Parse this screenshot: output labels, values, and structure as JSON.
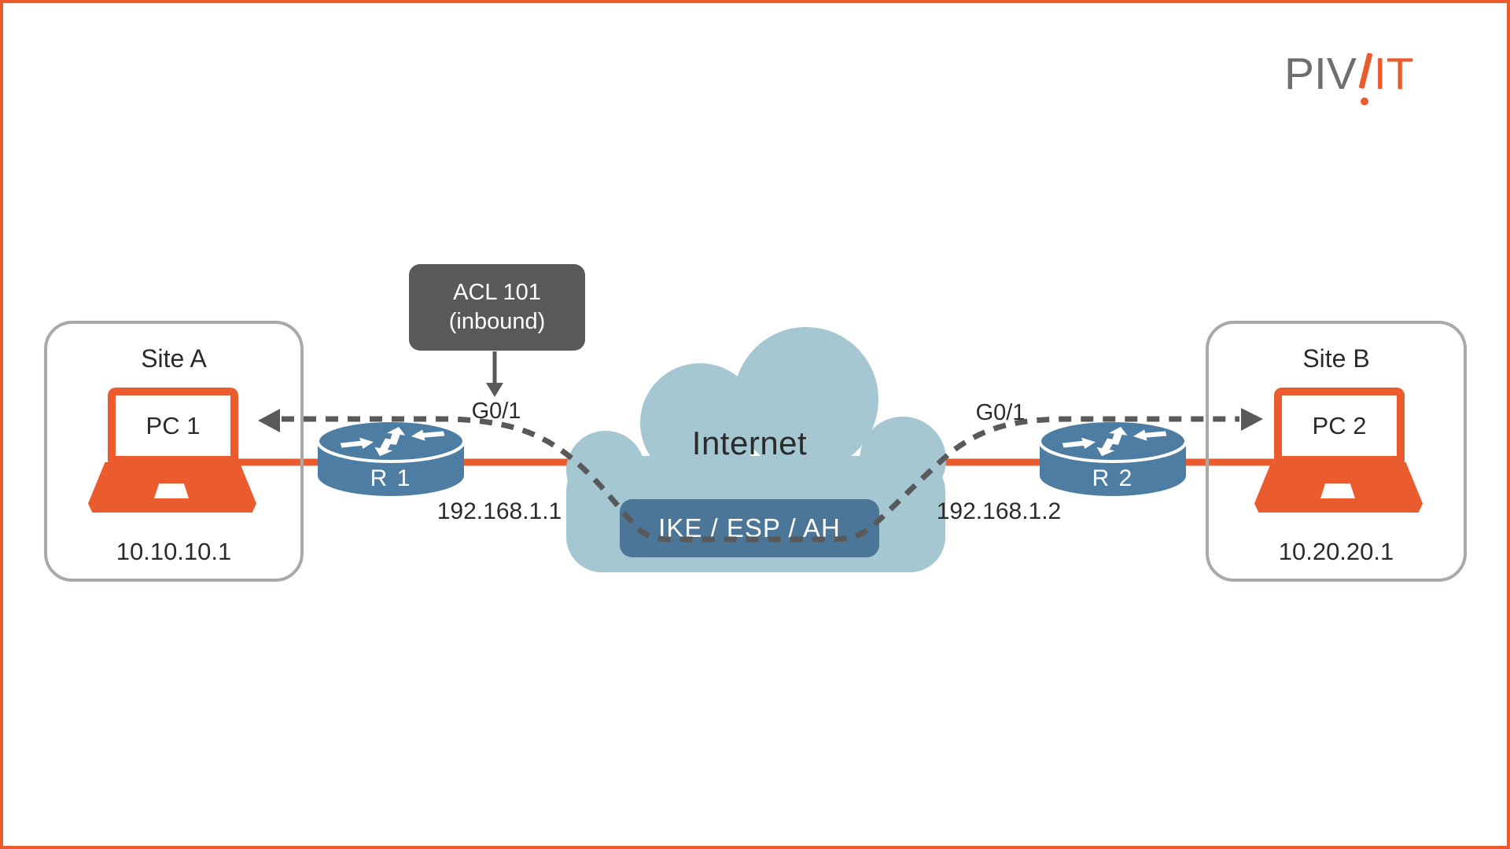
{
  "logo": {
    "part1": "PIV",
    "part2": "IT"
  },
  "acl_note": {
    "line1": "ACL 101",
    "line2": "(inbound)"
  },
  "site_a": {
    "title": "Site A",
    "pc_label": "PC 1",
    "ip": "10.10.10.1"
  },
  "site_b": {
    "title": "Site B",
    "pc_label": "PC 2",
    "ip": "10.20.20.1"
  },
  "router_r1": {
    "label": "R 1",
    "interface_label": "G0/1",
    "ip": "192.168.1.1"
  },
  "router_r2": {
    "label": "R 2",
    "interface_label": "G0/1",
    "ip": "192.168.1.2"
  },
  "cloud": {
    "label": "Internet"
  },
  "tunnel": {
    "label": "IKE / ESP / AH"
  },
  "colors": {
    "accent_orange": "#ea5b2d",
    "box_border_gray": "#a7a9ac",
    "dark_gray": "#58595b",
    "logo_gray": "#6d6e71",
    "cloud_blue": "#a4c7d2",
    "tunnel_panel_blue": "#4b7697",
    "router_blue": "#4e7da3"
  }
}
